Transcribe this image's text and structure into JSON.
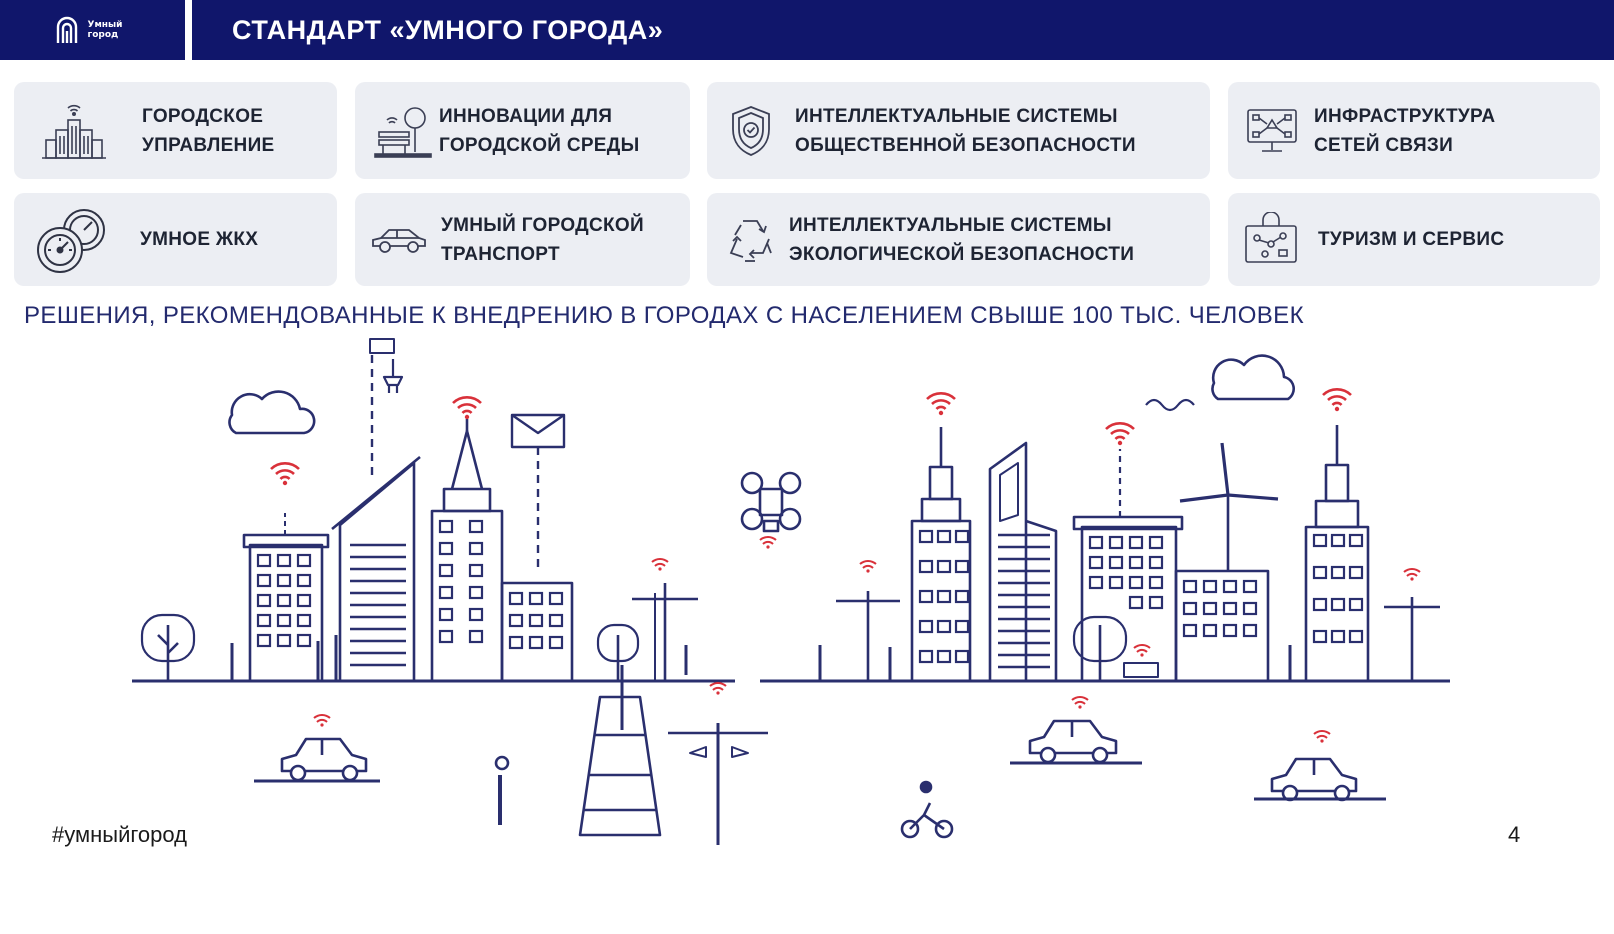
{
  "header": {
    "logo_text": "Умный город",
    "title": "СТАНДАРТ «УМНОГО ГОРОДА»"
  },
  "cards": [
    {
      "icon": "city-hall-wifi-icon",
      "line1": "ГОРОДСКОЕ",
      "line2": "УПРАВЛЕНИЕ"
    },
    {
      "icon": "innovation-bench-icon",
      "line1": "ИННОВАЦИИ ДЛЯ",
      "line2": "ГОРОДСКОЙ СРЕДЫ"
    },
    {
      "icon": "shield-check-icon",
      "line1": "ИНТЕЛЛЕКТУАЛЬНЫЕ СИСТЕМЫ",
      "line2": "ОБЩЕСТВЕННОЙ БЕЗОПАСНОСТИ"
    },
    {
      "icon": "network-monitor-icon",
      "line1": "ИНФРАСТРУКТУРА",
      "line2": "СЕТЕЙ СВЯЗИ"
    },
    {
      "icon": "meters-gauge-icon",
      "line1": "УМНОЕ ЖКХ",
      "line2": ""
    },
    {
      "icon": "car-icon",
      "line1": "УМНЫЙ ГОРОДСКОЙ",
      "line2": "ТРАНСПОРТ"
    },
    {
      "icon": "recycle-icon",
      "line1": "ИНТЕЛЛЕКТУАЛЬНЫЕ СИСТЕМЫ",
      "line2": "ЭКОЛОГИЧЕСКОЙ БЕЗОПАСНОСТИ"
    },
    {
      "icon": "tourism-map-icon",
      "line1": "ТУРИЗМ И СЕРВИС",
      "line2": ""
    }
  ],
  "subtitle": "РЕШЕНИЯ, РЕКОМЕНДОВАННЫЕ К ВНЕДРЕНИЮ В ГОРОДАХ С НАСЕЛЕНИЕМ СВЫШЕ 100 ТЫС. ЧЕЛОВЕК",
  "footer": {
    "hashtag": "#умныйгород",
    "page_number": "4"
  },
  "colors": {
    "navy": "#10166b",
    "line": "#2a2f6e",
    "signal": "#d9313a",
    "card_bg": "#eceef3"
  }
}
